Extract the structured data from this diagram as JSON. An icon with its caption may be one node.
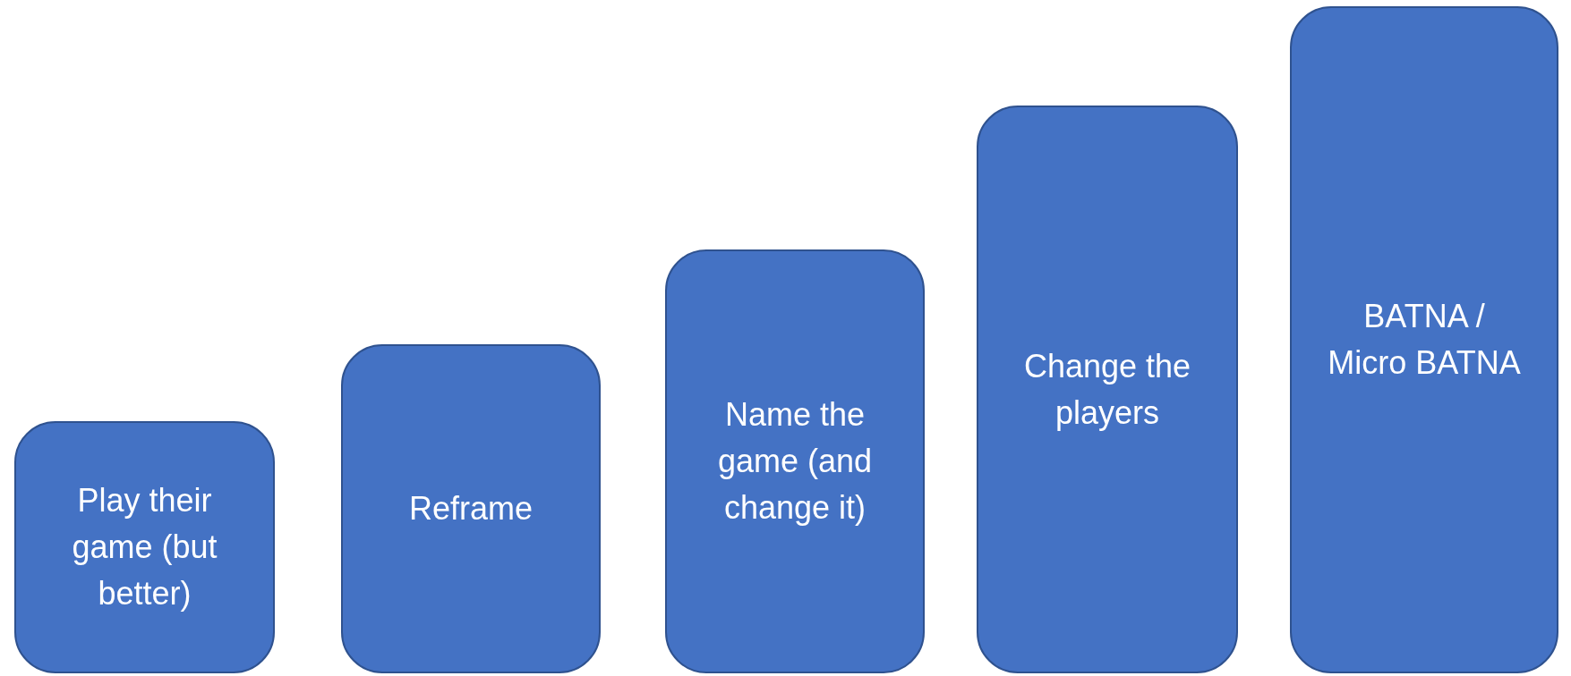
{
  "diagram": {
    "nodes": [
      {
        "text": [
          "Play their game (but better)"
        ]
      },
      {
        "text": [
          "Reframe"
        ]
      },
      {
        "text": [
          "Name the game (and change it)"
        ]
      },
      {
        "text": [
          "Change the players"
        ]
      },
      {
        "text": [
          "BATNA / Micro BATNA"
        ]
      }
    ]
  }
}
